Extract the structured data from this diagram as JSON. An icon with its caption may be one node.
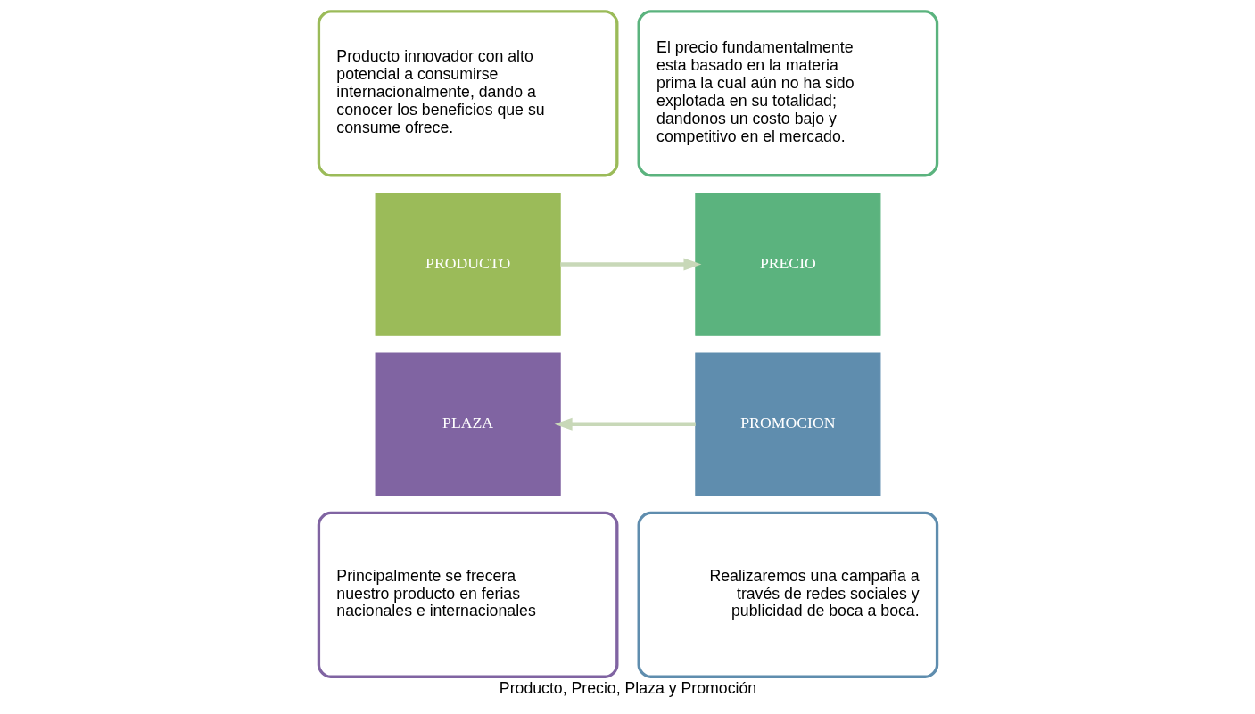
{
  "diagram": {
    "caption": "Producto, Precio, Plaza y Promoción",
    "nodes": [
      {
        "text": [
          "Producto innovador con alto potencial a consumirse internacionalmente, dando a conocer los beneficios que su consume ofrece."
        ]
      },
      {
        "text": [
          "El precio fundamentalmente esta basado en la materia prima la cual aún no ha sido explotada en su totalidad; dandonos un costo bajo y competitivo en el mercado."
        ]
      },
      {
        "text": [
          "PRODUCTO"
        ]
      },
      {
        "text": [
          "PRECIO"
        ]
      },
      {
        "text": [
          "PLAZA"
        ]
      },
      {
        "text": [
          "PROMOCION"
        ]
      },
      {
        "text": [
          "Principalmente se frecera nuestro producto en ferias nacionales e internacionales"
        ]
      },
      {
        "text": [
          "Realizaremos una campaña a través de redes sociales y publicidad de boca a boca."
        ]
      }
    ],
    "edges": [
      {
        "from": 2,
        "to": 3,
        "arrow": "to"
      },
      {
        "from": 5,
        "to": 4,
        "arrow": "to"
      }
    ]
  }
}
